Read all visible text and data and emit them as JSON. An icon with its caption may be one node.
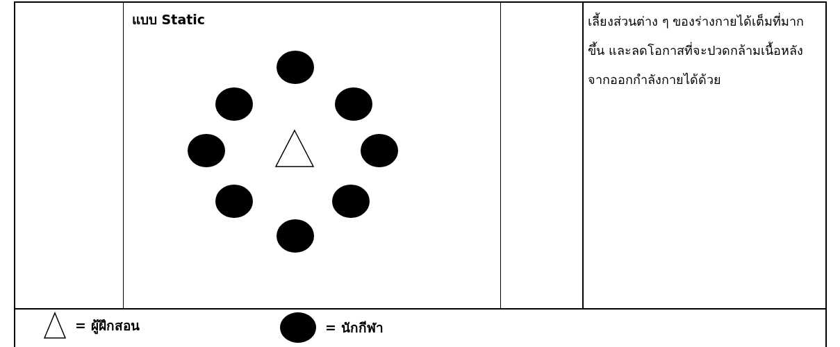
{
  "diagram": {
    "labels": [
      "แบบ Static",
      "เลี้ยงส่วนต่าง ๆ ของร่างกายได้เต็มที่มากขึ้น และลดโอกาสที่จะปวดกล้ามเนื้อหลังจากออกกำลังกายได้ด้วย"
    ],
    "legend": [
      {
        "text": "= ผู้ฝึกสอน"
      },
      {
        "text": "= นักกีฬา"
      }
    ]
  }
}
